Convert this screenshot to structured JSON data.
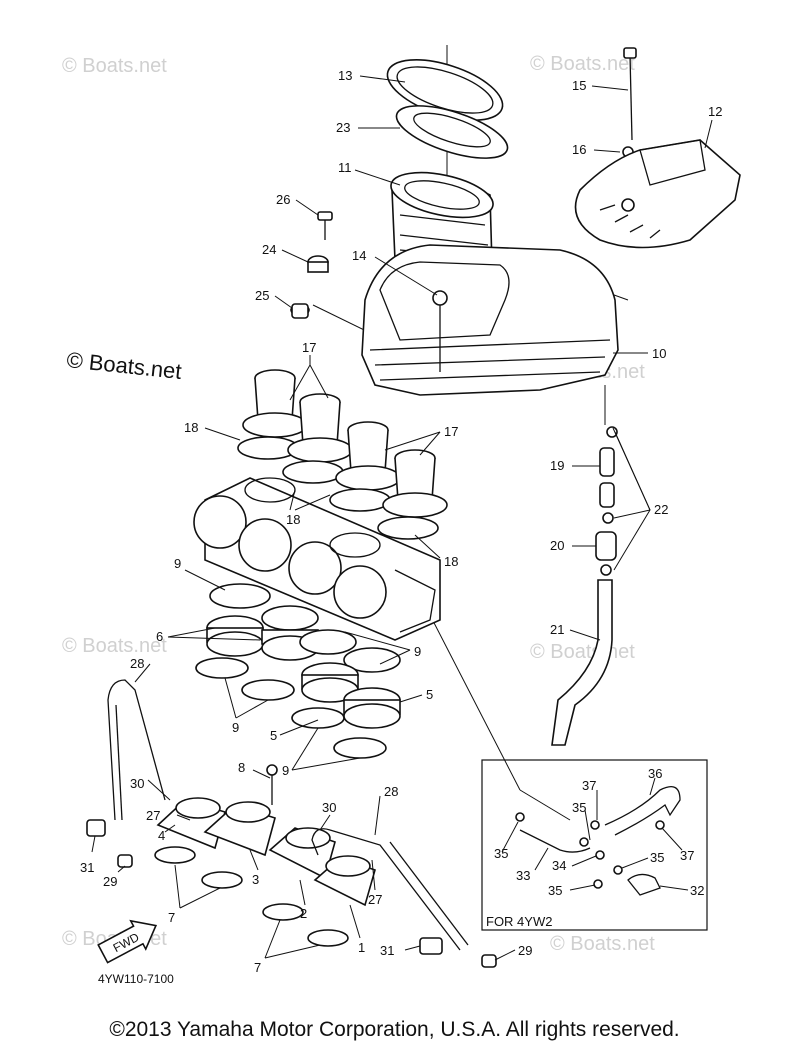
{
  "diagram": {
    "watermarks": [
      "© Boats.net",
      "© Boats.net",
      "© Boats.net",
      "© Boats.net",
      "© Boats.net",
      "© Boats.net",
      "© Boats.net"
    ],
    "main_watermark": "© Boats.net",
    "part_labels": {
      "p13": "13",
      "p23": "23",
      "p15": "15",
      "p12": "12",
      "p16": "16",
      "p11": "11",
      "p26": "26",
      "p24": "24",
      "p14": "14",
      "p25": "25",
      "p10": "10",
      "p17a": "17",
      "p18a": "18",
      "p17b": "17",
      "p19": "19",
      "p22": "22",
      "p18b": "18",
      "p18c": "18",
      "p20": "20",
      "p9a": "9",
      "p6": "6",
      "p21": "21",
      "p9b": "9",
      "p28a": "28",
      "p5a": "5",
      "p9c": "9",
      "p5b": "5",
      "p9d": "9",
      "p8": "8",
      "p30a": "30",
      "p27a": "27",
      "p4": "4",
      "p31a": "31",
      "p29a": "29",
      "p3": "3",
      "p7a": "7",
      "p28b": "28",
      "p30b": "30",
      "p27b": "27",
      "p2": "2",
      "p1": "1",
      "p7b": "7",
      "p31b": "31",
      "p29b": "29",
      "p36": "36",
      "p37a": "37",
      "p35a": "35",
      "p37b": "37",
      "p35b": "35",
      "p35c": "35",
      "p34": "34",
      "p33": "33",
      "p35d": "35",
      "p32": "32"
    },
    "inset_label": "FOR 4YW2",
    "fwd_label": "FWD",
    "diagram_code": "4YW110-7100"
  },
  "footer": {
    "copyright": "©2013 Yamaha Motor Corporation, U.S.A. All rights reserved."
  }
}
